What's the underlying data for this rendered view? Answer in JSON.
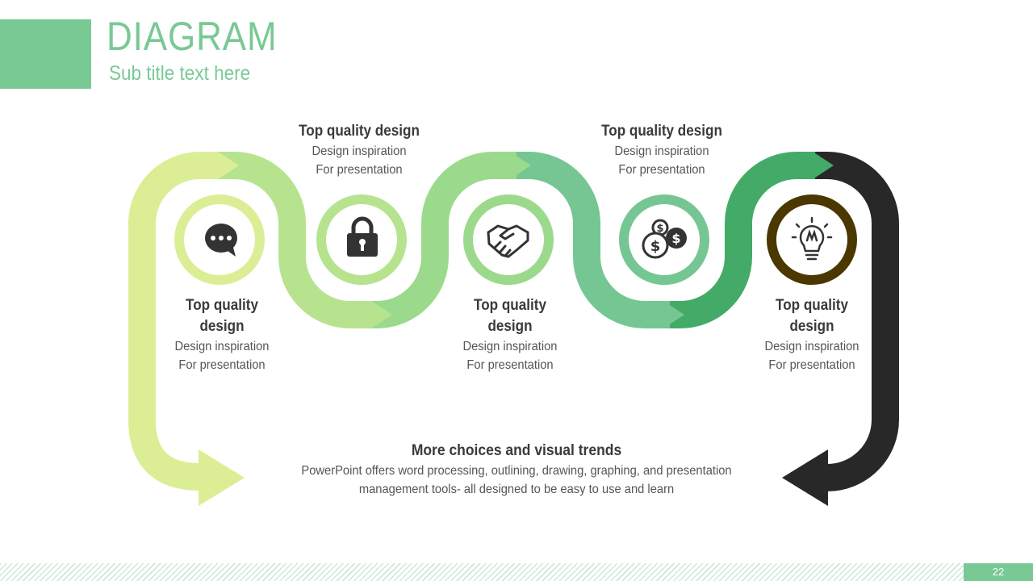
{
  "header": {
    "title": "DIAGRAM",
    "subtitle": "Sub title text here"
  },
  "steps": [
    {
      "icon": "speech-bubble-icon",
      "heading": "Top quality design",
      "line1": "Design inspiration",
      "line2": "For presentation"
    },
    {
      "icon": "lock-icon",
      "heading": "Top quality design",
      "line1": "Design inspiration",
      "line2": "For presentation"
    },
    {
      "icon": "handshake-icon",
      "heading": "Top quality design",
      "line1": "Design inspiration",
      "line2": "For presentation"
    },
    {
      "icon": "coins-icon",
      "heading": "Top quality design",
      "line1": "Design inspiration",
      "line2": "For presentation"
    },
    {
      "icon": "lightbulb-icon",
      "heading": "Top quality design",
      "line1": "Design inspiration",
      "line2": "For presentation"
    }
  ],
  "bottom": {
    "heading": "More choices and visual trends",
    "line1": "PowerPoint offers word processing, outlining, drawing, graphing, and presentation",
    "line2": "management tools- all designed to be easy to use and learn"
  },
  "footer": {
    "page_number": "22"
  },
  "colors": {
    "accent": "#79c995",
    "segments": [
      "#dbee96",
      "#b7e38f",
      "#9bda8c",
      "#75c693",
      "#43ab67",
      "#282828"
    ],
    "icon": "#333333"
  }
}
